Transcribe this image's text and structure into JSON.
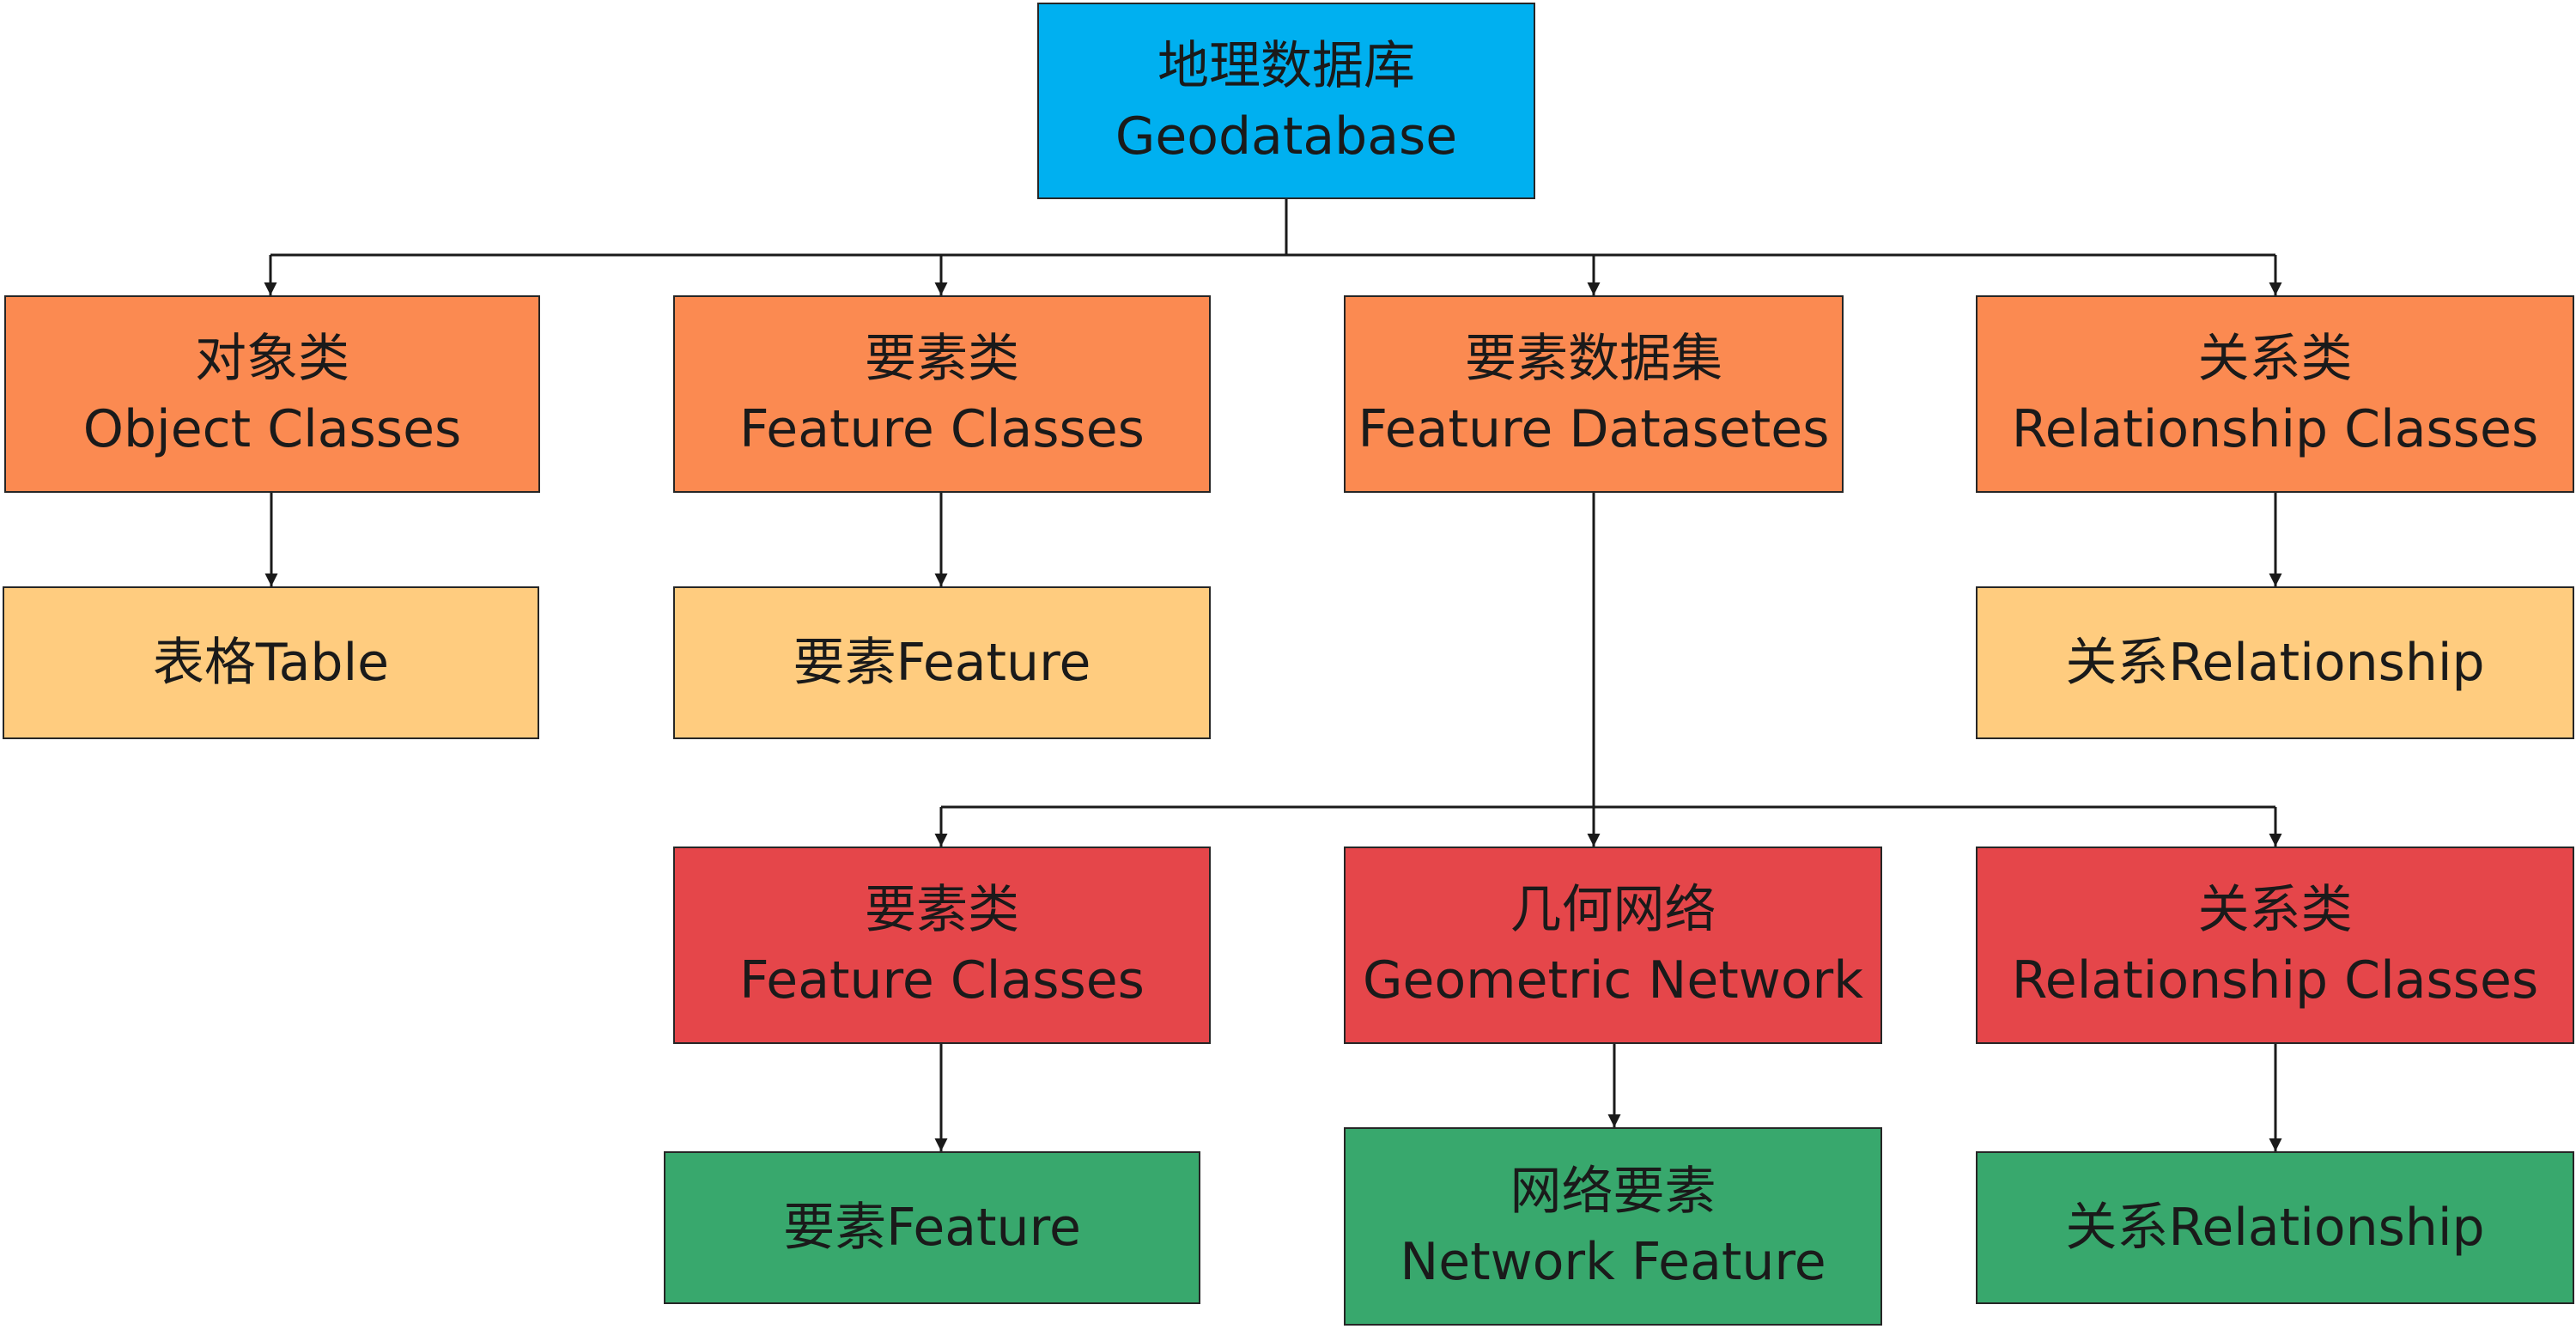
{
  "diagram": {
    "root": {
      "zh": "地理数据库",
      "en": "Geodatabase"
    },
    "object_classes": {
      "zh": "对象类",
      "en": "Object Classes"
    },
    "feature_classes": {
      "zh": "要素类",
      "en": "Feature Classes"
    },
    "feature_datasets": {
      "zh": "要素数据集",
      "en": "Feature Datasetes"
    },
    "relationship_classes": {
      "zh": "关系类",
      "en": "Relationship Classes"
    },
    "table": {
      "label": "表格Table"
    },
    "feature": {
      "label": "要素Feature"
    },
    "relationship": {
      "label": "关系Relationship"
    },
    "ds_feature_classes": {
      "zh": "要素类",
      "en": "Feature Classes"
    },
    "ds_geometric_network": {
      "zh": "几何网络",
      "en": "Geometric Network"
    },
    "ds_relationship_classes": {
      "zh": "关系类",
      "en": "Relationship Classes"
    },
    "ds_feature": {
      "label": "要素Feature"
    },
    "ds_network_feature": {
      "zh": "网络要素",
      "en": "Network Feature"
    },
    "ds_relationship": {
      "label": "关系Relationship"
    },
    "colors": {
      "root": "#00b0f0",
      "level1": "#fb8a51",
      "level2": "#ffcc7f",
      "dataset_children": "#e5464a",
      "leaves": "#38a86d",
      "border": "#262626",
      "connector": "#1a1a1a"
    }
  }
}
